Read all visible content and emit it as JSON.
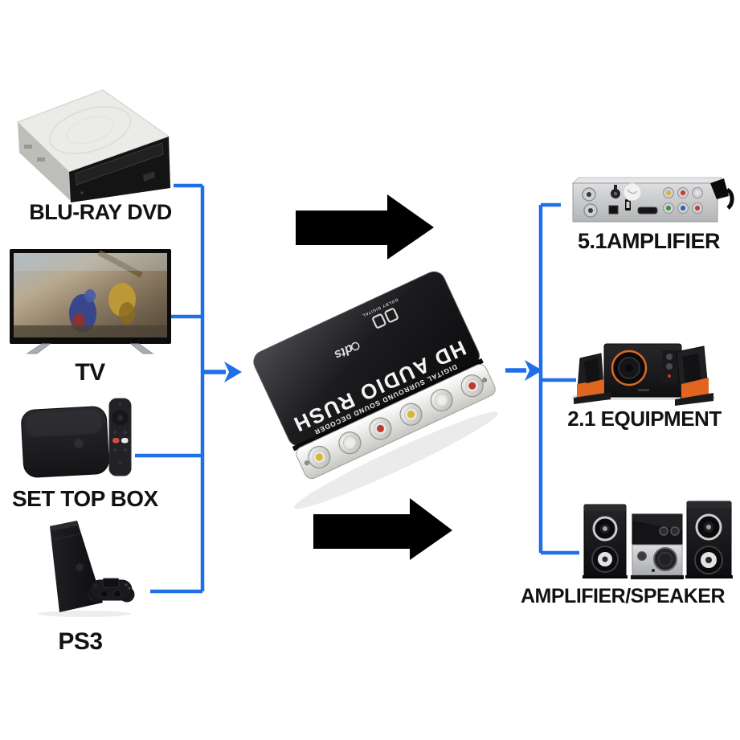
{
  "diagram": {
    "colors": {
      "connector": "#1e6fe8",
      "arrow": "#000000",
      "label": "#121212"
    },
    "sources": [
      {
        "id": "blu-ray-dvd",
        "label": "BLU-RAY DVD"
      },
      {
        "id": "tv",
        "label": "TV"
      },
      {
        "id": "set-top-box",
        "label": "SET TOP BOX"
      },
      {
        "id": "ps3",
        "label": "PS3"
      }
    ],
    "decoder": {
      "title": "HD AUDIO RUSH",
      "subtitle": "DIGITAL SURROUND SOUND DECODER",
      "logo_dolby": "DOLBY DIGITAL",
      "logo_dts": "dts",
      "rca_jacks": [
        "yellow",
        "white",
        "red",
        "yellow",
        "white",
        "red"
      ]
    },
    "outputs": [
      {
        "id": "5-1-amplifier",
        "label": "5.1AMPLIFIER"
      },
      {
        "id": "2-1-equipment",
        "label": "2.1 EQUIPMENT"
      },
      {
        "id": "amplifier-speaker",
        "label": "AMPLIFIER/SPEAKER"
      }
    ]
  }
}
